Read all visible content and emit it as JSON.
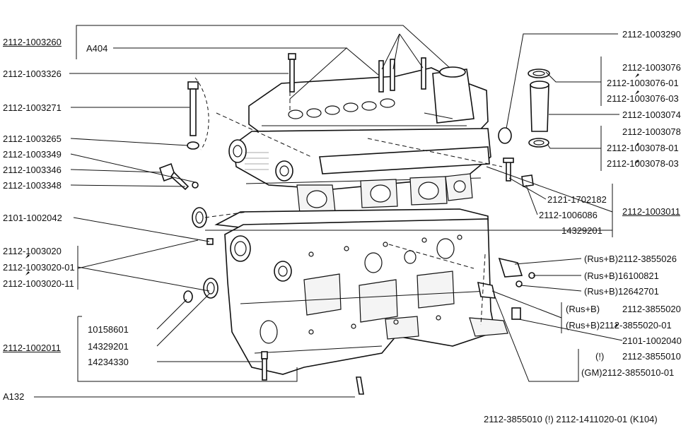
{
  "labels": {
    "l_2112_1003260": "2112-1003260",
    "l_A404": "A404",
    "l_2112_1003326": "2112-1003326",
    "l_2112_1003271": "2112-1003271",
    "l_2112_1003265": "2112-1003265",
    "l_2112_1003349": "2112-1003349",
    "l_2112_1003346": "2112-1003346",
    "l_2112_1003348": "2112-1003348",
    "l_2101_1002042": "2101-1002042",
    "l_2112_1003020": "2112-1003020",
    "l_2112_1003020_01": "2112-1003020-01",
    "l_2112_1003020_11": "2112-1003020-11",
    "l_10158601": "10158601",
    "l_14329201_b": "14329201",
    "l_14234330": "14234330",
    "l_2112_1002011": "2112-1002011",
    "l_A132": "A132",
    "l_2112_1003290": "2112-1003290",
    "l_2112_1003076": "2112-1003076",
    "l_2112_1003076_01": "2112-1003076-01",
    "l_2112_1003076_03": "2112-1003076-03",
    "l_2112_1003074": "2112-1003074",
    "l_2112_1003078": "2112-1003078",
    "l_2112_1003078_01": "2112-1003078-01",
    "l_2112_1003078_03": "2112-1003078-03",
    "l_2121_1702182": "2121-1702182",
    "l_2112_1006086": "2112-1006086",
    "l_2112_1003011": "2112-1003011",
    "l_14329201_a": "14329201",
    "l_rusb_2112_3855026": "(Rus+B)2112-3855026",
    "l_rusb_16100821": "(Rus+B)16100821",
    "l_rusb_12642701": "(Rus+B)12642701",
    "l_rusb_a": "(Rus+B)",
    "l_2112_3855020": "2112-3855020",
    "l_rusb_2112_3855020_01": "(Rus+B)2112-3855020-01",
    "l_2101_1002040": "2101-1002040",
    "l_excl": "(!)",
    "l_2112_3855010": "2112-3855010",
    "l_gm_2112_3855010_01": "(GM)2112-3855010-01",
    "l_bottom_note": "2112-3855010 (!) 2112-1411020-01 (K104)"
  }
}
